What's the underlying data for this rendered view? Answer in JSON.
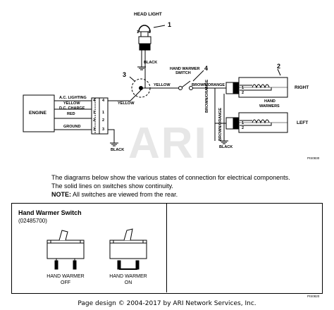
{
  "watermark": "ARI",
  "wiring": {
    "callouts": [
      "1",
      "2",
      "3",
      "4"
    ],
    "head_light": "HEAD LIGHT",
    "hl_pin1": "1",
    "hl_pin2": "2",
    "black_top": "BLACK",
    "engine": "ENGINE",
    "wire_ac_lighting": "A.C. LIGHTING",
    "wire_yellow_left": "YELLOW",
    "wire_dc_charge": "D.C. CHARGE",
    "wire_red": "RED",
    "wire_ground": "GROUND",
    "conn_left_pins": [
      "4",
      "1",
      "2",
      "3"
    ],
    "conn_right_pins": [
      "4",
      "1",
      "2",
      "3"
    ],
    "black_bottom": "BLACK",
    "yellow_mid": "YELLOW",
    "yellow_lower": "YELLOW",
    "hw_switch_1": "HAND WARMER",
    "hw_switch_2": "SWITCH",
    "brown_orange_h": "BROWN/ORANGE",
    "brown_orange_v1": "BROWN/ORANGE",
    "brown_orange_v2": "BROWN/ORANGE",
    "black_right": "BLACK",
    "right": "RIGHT",
    "left": "LEFT",
    "hand_warmers_1": "HAND",
    "hand_warmers_2": "WARMERS",
    "warmer_pin1": "1",
    "warmer_pin2": "2",
    "code_top": "PIS0830",
    "code_bottom": "PIS0820"
  },
  "notes": {
    "line1": "The diagrams below show the various states of connection for electrical components.",
    "line2": "The solid lines on switches show continuity.",
    "note_label": "NOTE:",
    "note_text": "All switches are viewed from the rear."
  },
  "panel": {
    "title": "Hand Warmer Switch",
    "part_number": "(02485700)",
    "off_line1": "HAND WARMER",
    "off_line2": "OFF",
    "on_line1": "HAND WARMER",
    "on_line2": "ON"
  },
  "footer": "Page design © 2004-2017 by ARI Network Services, Inc."
}
